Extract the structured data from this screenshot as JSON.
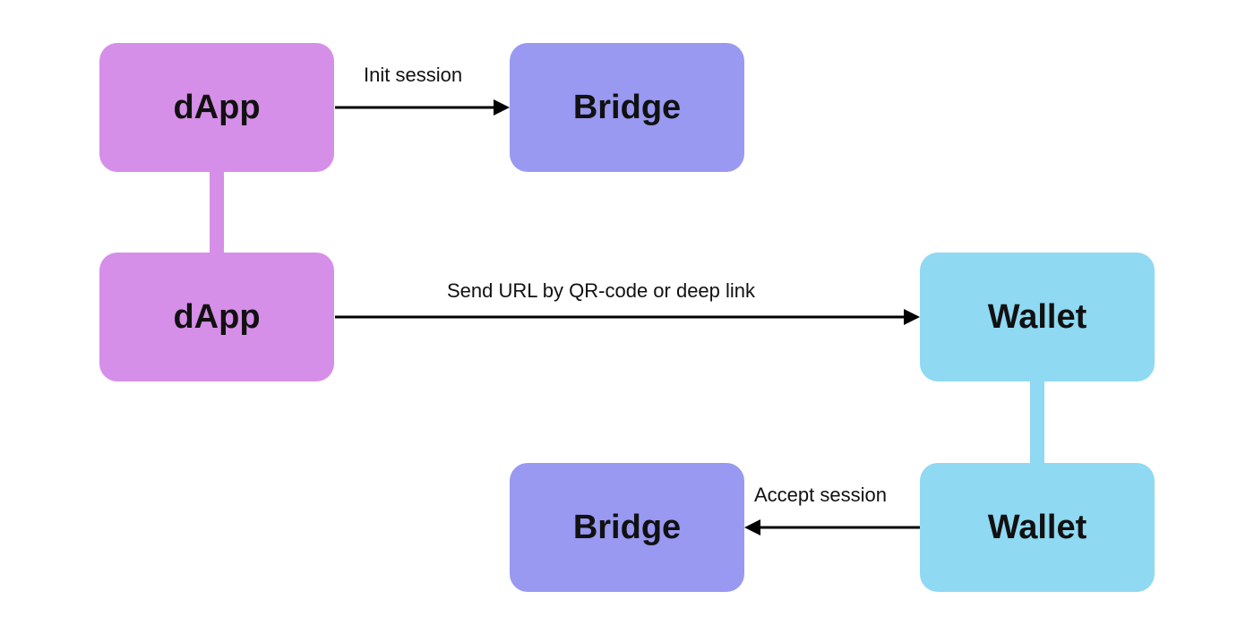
{
  "nodes": {
    "dapp_top": "dApp",
    "bridge_top": "Bridge",
    "dapp_mid": "dApp",
    "wallet_mid": "Wallet",
    "bridge_bottom": "Bridge",
    "wallet_bottom": "Wallet"
  },
  "edges": {
    "init_session": "Init session",
    "send_url": "Send URL by QR-code or deep link",
    "accept_session": "Accept session"
  },
  "colors": {
    "dapp": "#d68fe8",
    "bridge": "#9999f2",
    "wallet": "#8fd9f2",
    "arrow": "#000000"
  }
}
